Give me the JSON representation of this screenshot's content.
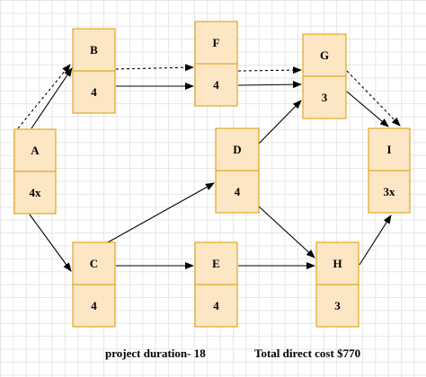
{
  "nodes": [
    {
      "id": "A",
      "label": "A",
      "value": "4x"
    },
    {
      "id": "B",
      "label": "B",
      "value": "4"
    },
    {
      "id": "C",
      "label": "C",
      "value": "4"
    },
    {
      "id": "D",
      "label": "D",
      "value": "4"
    },
    {
      "id": "E",
      "label": "E",
      "value": "4"
    },
    {
      "id": "F",
      "label": "F",
      "value": "4"
    },
    {
      "id": "G",
      "label": "G",
      "value": "3"
    },
    {
      "id": "H",
      "label": "H",
      "value": "3"
    },
    {
      "id": "I",
      "label": "I",
      "value": "3x"
    }
  ],
  "edges": [
    {
      "from": "A",
      "to": "B",
      "style": "solid"
    },
    {
      "from": "A",
      "to": "B",
      "style": "dashed"
    },
    {
      "from": "A",
      "to": "C",
      "style": "solid"
    },
    {
      "from": "B",
      "to": "F",
      "style": "solid"
    },
    {
      "from": "B",
      "to": "F",
      "style": "dashed"
    },
    {
      "from": "F",
      "to": "G",
      "style": "solid"
    },
    {
      "from": "F",
      "to": "G",
      "style": "dashed"
    },
    {
      "from": "G",
      "to": "I",
      "style": "solid"
    },
    {
      "from": "G",
      "to": "I",
      "style": "dashed"
    },
    {
      "from": "C",
      "to": "D",
      "style": "solid"
    },
    {
      "from": "C",
      "to": "E",
      "style": "solid"
    },
    {
      "from": "D",
      "to": "G",
      "style": "solid"
    },
    {
      "from": "D",
      "to": "H",
      "style": "solid"
    },
    {
      "from": "E",
      "to": "H",
      "style": "solid"
    },
    {
      "from": "H",
      "to": "I",
      "style": "solid"
    }
  ],
  "footer": {
    "duration_text": "project duration- 18",
    "cost_text": "Total direct cost $770"
  }
}
